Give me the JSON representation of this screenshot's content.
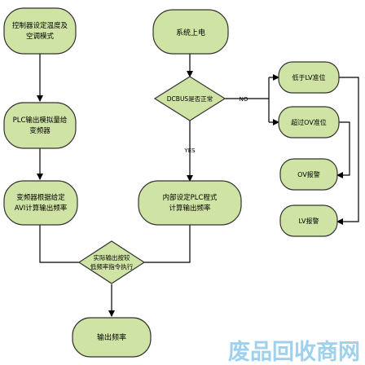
{
  "nodes": {
    "ctrl_set": [
      "控制器设定温度及",
      "空调模式"
    ],
    "plc_output": [
      "PLC输出模拟量给",
      "变频器"
    ],
    "inverter_calc": [
      "变频器根据给定",
      "AVI计算输出频率"
    ],
    "actual_exec": [
      "实际输出按较",
      "低频率指令执行"
    ],
    "output_freq": [
      "输出频率"
    ],
    "power_on": [
      "系统上电"
    ],
    "dcbus_check": [
      "DCBUS是否正常"
    ],
    "plc_internal": [
      "内部设定PLC程式",
      "计算输出频率"
    ],
    "below_lv": [
      "低于LV准位"
    ],
    "above_ov": [
      "超过OV准位"
    ],
    "ov_alarm": [
      "OV报警"
    ],
    "lv_alarm": [
      "LV报警"
    ]
  },
  "edge_labels": {
    "no": "NO",
    "yes": "YES"
  },
  "watermark": "废品回收商网",
  "colors": {
    "node_fill": "#cfe3a4",
    "node_stroke": "#333333",
    "edge": "#000000",
    "watermark": "#8ec9ea"
  }
}
